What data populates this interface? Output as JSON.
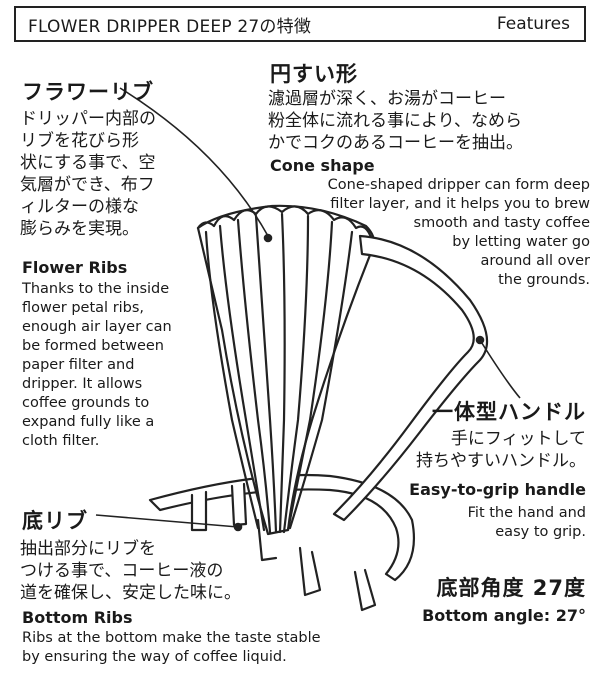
{
  "header": {
    "title": "FLOWER DRIPPER DEEP 27の特徴",
    "features": "Features"
  },
  "flower_ribs": {
    "title_jp": "フラワーリブ",
    "body_jp": [
      "ドリッパー内部の",
      "リブを花びら形",
      "状にする事で、空",
      "気層ができ、布フ",
      "ィルターの様な",
      "膨らみを実現。"
    ],
    "title_en": "Flower Ribs",
    "body_en": [
      "Thanks to the inside",
      "flower petal ribs,",
      "enough air layer can",
      "be formed between",
      "paper filter and",
      "dripper. It allows",
      "coffee grounds to",
      "expand fully like a",
      "cloth filter."
    ]
  },
  "cone_shape": {
    "title_jp": "円すい形",
    "body_jp": [
      "濾過層が深く、お湯がコーヒー",
      "粉全体に流れる事により、なめら",
      "かでコクのあるコーヒーを抽出。"
    ],
    "title_en": "Cone shape",
    "body_en": [
      "Cone-shaped dripper can form deep",
      "filter layer, and it helps you to brew",
      "smooth and tasty coffee",
      "by letting water go",
      "around all over",
      "the grounds."
    ]
  },
  "handle": {
    "title_jp": "一体型ハンドル",
    "body_jp": [
      "手にフィットして",
      "持ちやすいハンドル。"
    ],
    "title_en": "Easy-to-grip handle",
    "body_en": [
      "Fit the hand and",
      "easy to grip."
    ]
  },
  "bottom_ribs": {
    "title_jp": "底リブ",
    "body_jp": [
      "抽出部分にリブを",
      "つける事で、コーヒー液の",
      "道を確保し、安定した味に。"
    ],
    "title_en": "Bottom Ribs",
    "body_en": [
      "Ribs at the bottom make the taste stable",
      "by ensuring the way of coffee liquid."
    ]
  },
  "bottom_angle": {
    "title_jp": "底部角度 27度",
    "title_en": "Bottom angle: 27°"
  }
}
